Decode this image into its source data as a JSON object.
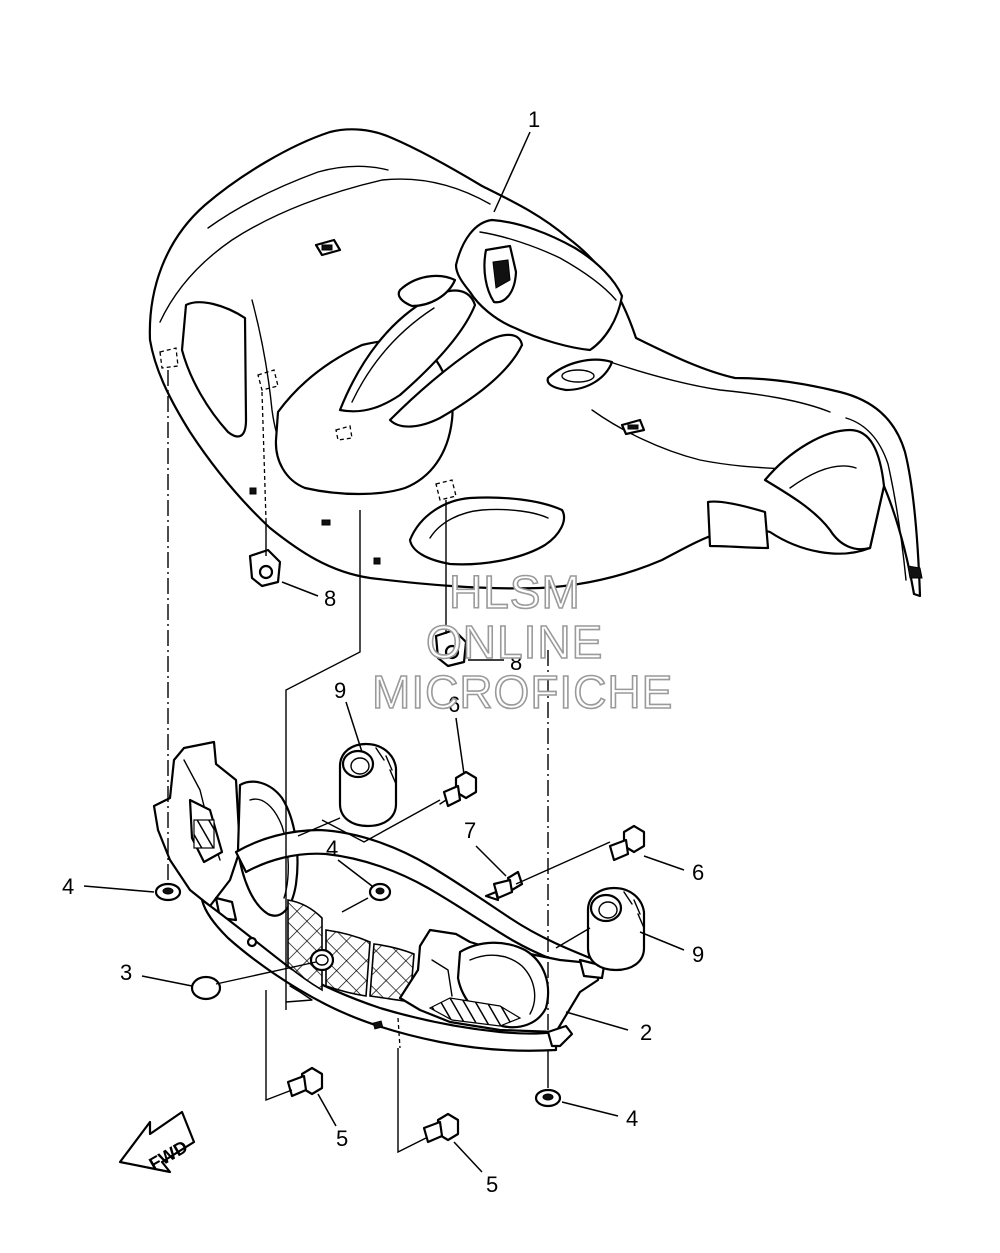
{
  "callouts": {
    "c1": "1",
    "c2": "2",
    "c3": "3",
    "c4a": "4",
    "c4b": "4",
    "c4c": "4",
    "c5a": "5",
    "c5b": "5",
    "c6a": "6",
    "c6b": "6",
    "c7": "7",
    "c8a": "8",
    "c8b": "8",
    "c9a": "9",
    "c9b": "9"
  },
  "watermark": {
    "line1": "HLSM",
    "line2": "ONLINE",
    "line3": "MICROFICHE"
  },
  "direction_arrow": {
    "label": "FWD"
  }
}
